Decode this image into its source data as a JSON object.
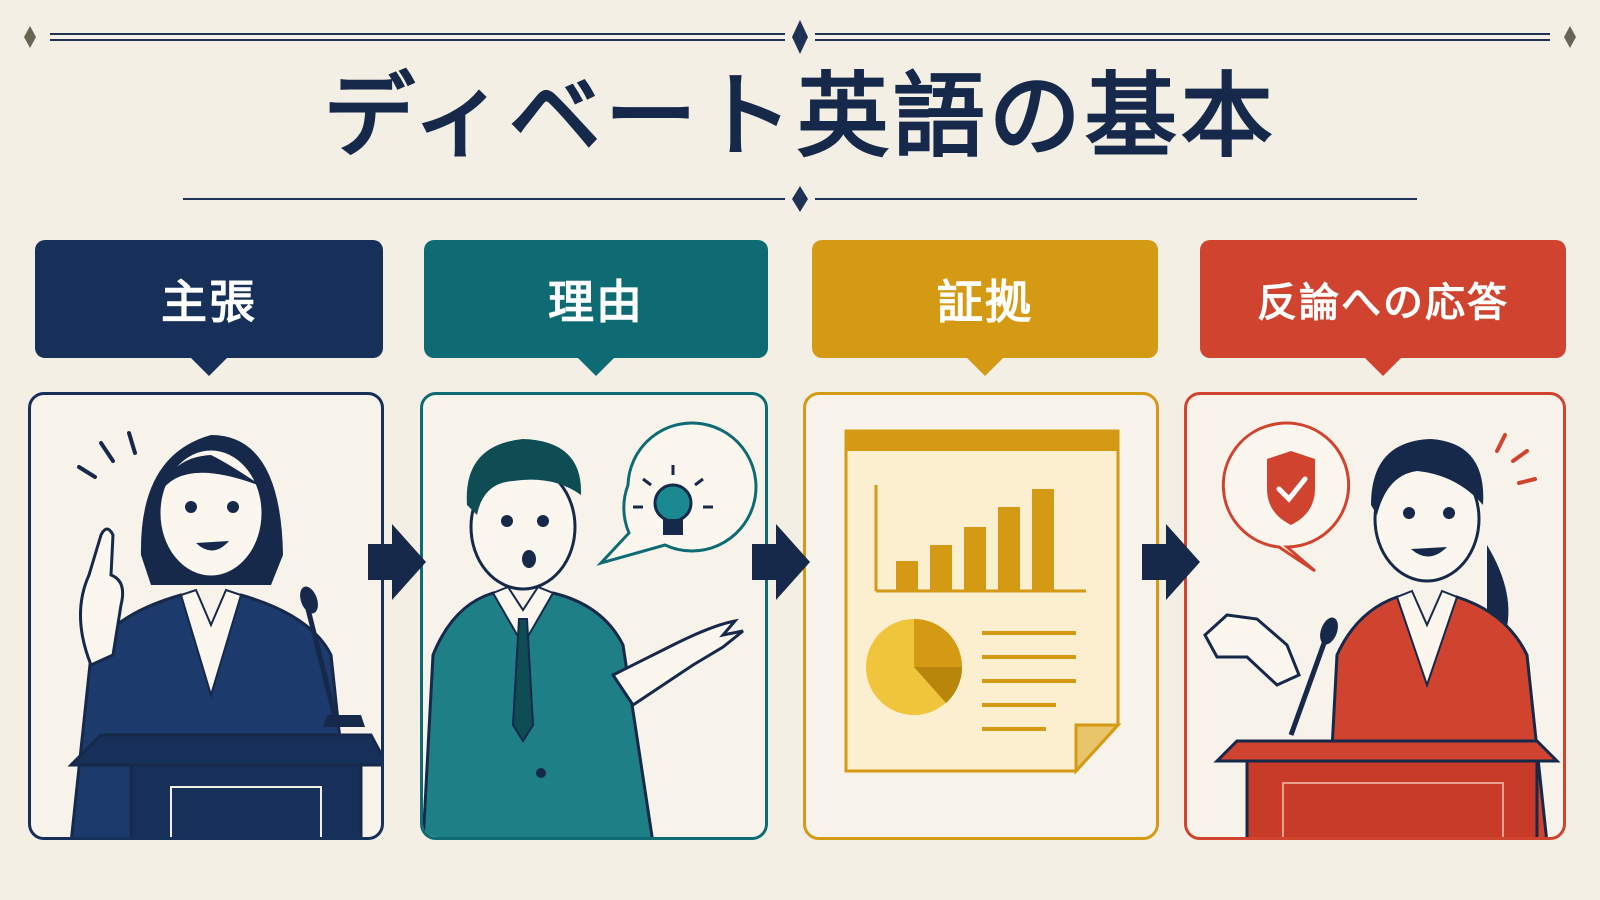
{
  "title": "ディベート英語の基本",
  "steps": [
    {
      "label": "主張",
      "color": "#16305a"
    },
    {
      "label": "理由",
      "color": "#0f6b73"
    },
    {
      "label": "証拠",
      "color": "#d49a14"
    },
    {
      "label": "反論への応答",
      "color": "#d0442f"
    }
  ],
  "icons": {
    "panel1": "speaker-pointing-icon",
    "panel2": "speaker-with-idea-icon",
    "panel3": "evidence-document-icon",
    "panel4": "speaker-with-shield-icon"
  },
  "colors": {
    "background": "#f4efe4",
    "navy": "#16294a"
  }
}
